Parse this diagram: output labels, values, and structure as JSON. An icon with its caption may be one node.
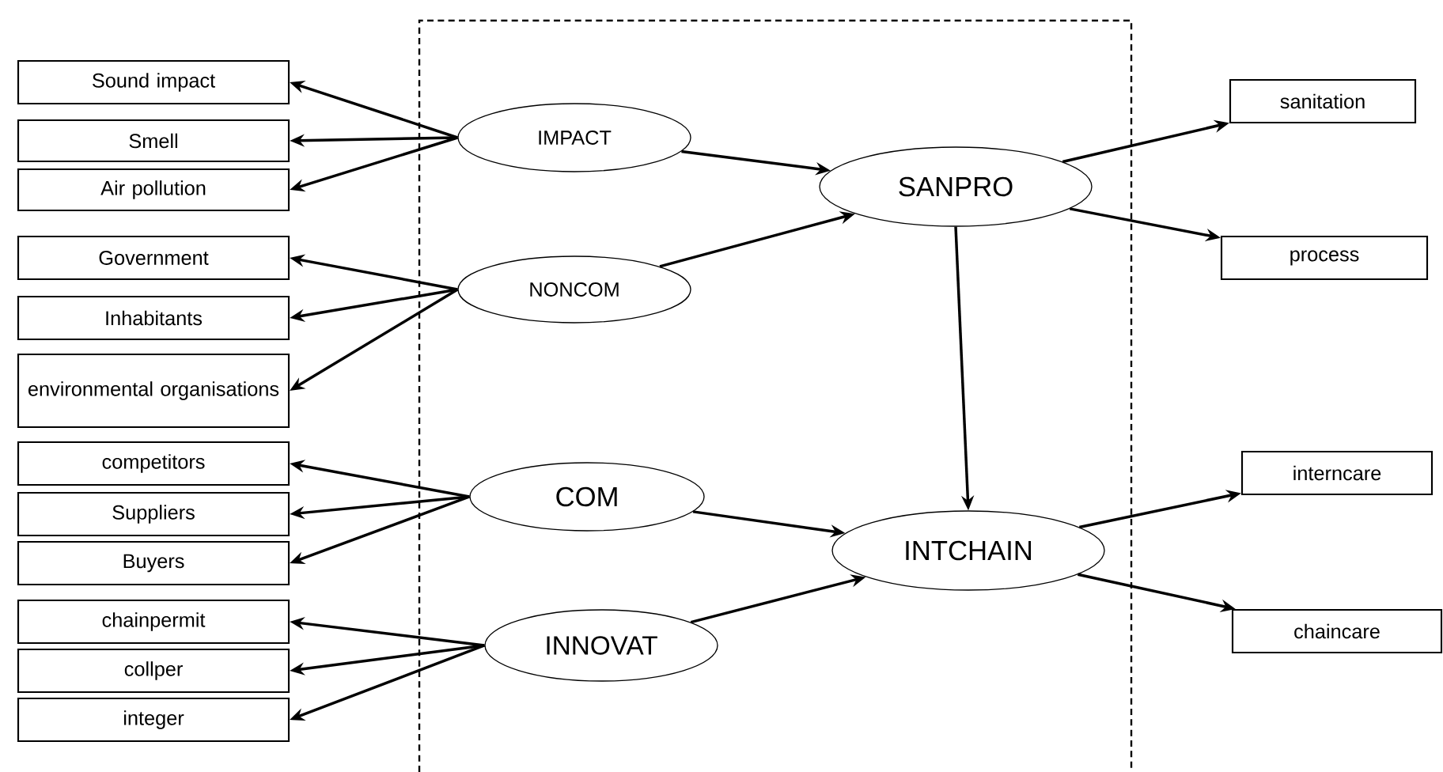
{
  "diagram": {
    "nodes": [
      {
        "text": [
          "Sound impact"
        ]
      },
      {
        "text": [
          "Smell"
        ]
      },
      {
        "text": [
          "Air pollution"
        ]
      },
      {
        "text": [
          "Government"
        ]
      },
      {
        "text": [
          "Inhabitants"
        ]
      },
      {
        "text": [
          "environmental organisations"
        ]
      },
      {
        "text": [
          "competitors"
        ]
      },
      {
        "text": [
          "Suppliers"
        ]
      },
      {
        "text": [
          "Buyers"
        ]
      },
      {
        "text": [
          "chainpermit"
        ]
      },
      {
        "text": [
          "collper"
        ]
      },
      {
        "text": [
          "integer"
        ]
      },
      {
        "text": [
          "IMPACT"
        ]
      },
      {
        "text": [
          "NONCOM"
        ]
      },
      {
        "text": [
          "COM"
        ]
      },
      {
        "text": [
          "INNOVAT"
        ]
      },
      {
        "text": [
          "SANPRO"
        ]
      },
      {
        "text": [
          "INTCHAIN"
        ]
      },
      {
        "text": [
          "sanitation"
        ]
      },
      {
        "text": [
          "process"
        ]
      },
      {
        "text": [
          "interncare"
        ]
      },
      {
        "text": [
          "chaincare"
        ]
      }
    ],
    "edges": [
      {
        "from": 12,
        "to": 0,
        "arrow": "to"
      },
      {
        "from": 12,
        "to": 1,
        "arrow": "to"
      },
      {
        "from": 12,
        "to": 2,
        "arrow": "to"
      },
      {
        "from": 13,
        "to": 3,
        "arrow": "to"
      },
      {
        "from": 13,
        "to": 4,
        "arrow": "to"
      },
      {
        "from": 13,
        "to": 5,
        "arrow": "to"
      },
      {
        "from": 14,
        "to": 6,
        "arrow": "to"
      },
      {
        "from": 14,
        "to": 7,
        "arrow": "to"
      },
      {
        "from": 14,
        "to": 8,
        "arrow": "to"
      },
      {
        "from": 15,
        "to": 9,
        "arrow": "to"
      },
      {
        "from": 15,
        "to": 10,
        "arrow": "to"
      },
      {
        "from": 15,
        "to": 11,
        "arrow": "to"
      },
      {
        "from": 12,
        "to": 16,
        "arrow": "to"
      },
      {
        "from": 13,
        "to": 16,
        "arrow": "to"
      },
      {
        "from": 14,
        "to": 17,
        "arrow": "to"
      },
      {
        "from": 15,
        "to": 17,
        "arrow": "to"
      },
      {
        "from": 16,
        "to": 17,
        "arrow": "to"
      },
      {
        "from": 16,
        "to": 18,
        "arrow": "to"
      },
      {
        "from": 16,
        "to": 19,
        "arrow": "to"
      },
      {
        "from": 17,
        "to": 20,
        "arrow": "to"
      },
      {
        "from": 17,
        "to": 21,
        "arrow": "to"
      }
    ]
  }
}
